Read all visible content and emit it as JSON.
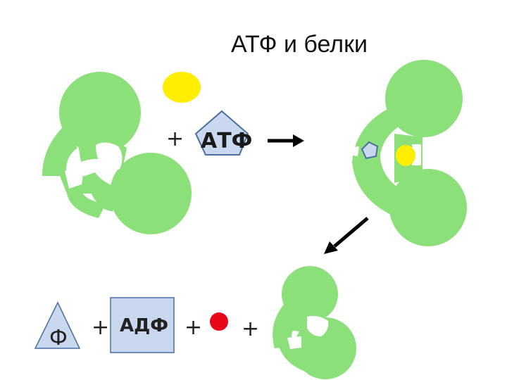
{
  "title": "АТФ и белки",
  "labels": {
    "plus_top": "+",
    "atf": "АТФ",
    "phi": "Ф",
    "plus_1": "+",
    "adf": "АДФ",
    "plus_2": "+",
    "plus_3": "+"
  },
  "colors": {
    "protein_green": "#8be07a",
    "protein_outline": "#7ac96b",
    "yellow": "#ffee00",
    "red": "#e8081a",
    "shape_fill": "#c9d8ee",
    "shape_stroke": "#4a6ea0",
    "arrow": "#000000"
  },
  "icons": {
    "arrow_right": "arrow-right-icon",
    "arrow_down_left": "arrow-down-left-icon"
  }
}
